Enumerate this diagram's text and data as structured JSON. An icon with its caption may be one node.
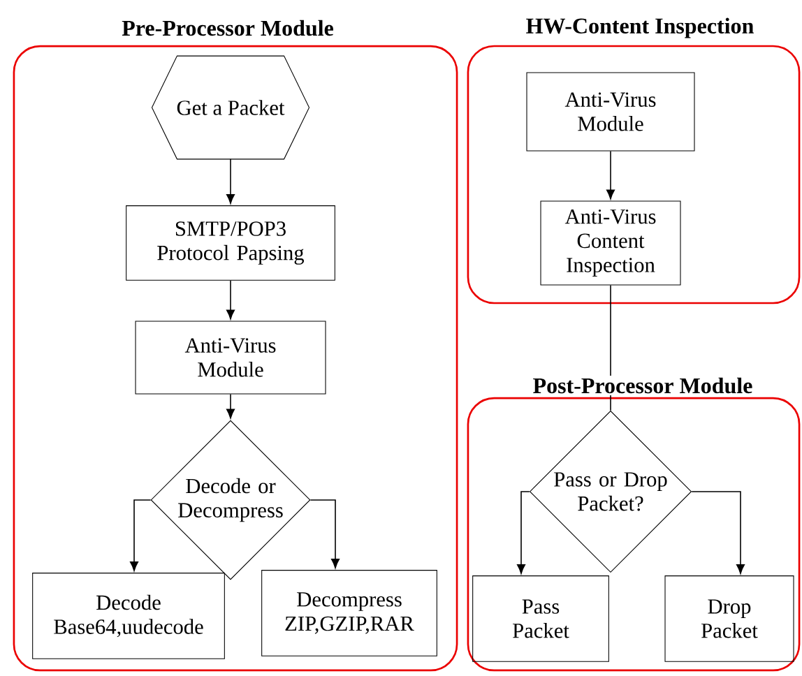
{
  "diagram": {
    "nodes": [
      {
        "text": [
          "Pre-Processor Module"
        ]
      },
      {
        "text": [
          "Get a Packet"
        ],
        "in": 0
      },
      {
        "text": [
          "SMTP/POP3 Protocol Papsing"
        ],
        "in": 0
      },
      {
        "text": [
          "Anti-Virus Module"
        ],
        "in": 0
      },
      {
        "text": [
          "Decode or Decompress"
        ],
        "in": 0
      },
      {
        "text": [
          "Decode Base64,uudecode"
        ],
        "in": 0
      },
      {
        "text": [
          "Decompress ZIP,GZIP,RAR"
        ],
        "in": 0
      },
      {
        "text": [
          "HW-Content Inspection"
        ]
      },
      {
        "text": [
          "Anti-Virus Module"
        ],
        "in": 7
      },
      {
        "text": [
          "Anti-Virus Content Inspection"
        ],
        "in": 7
      },
      {
        "text": [
          "Post-Processor Module"
        ]
      },
      {
        "text": [
          "Pass or Drop Packet?"
        ],
        "in": 10
      },
      {
        "text": [
          "Pass Packet"
        ],
        "in": 10
      },
      {
        "text": [
          "Drop Packet"
        ],
        "in": 10
      }
    ],
    "edges": [
      {
        "from": 1,
        "to": 2,
        "arrow": "to"
      },
      {
        "from": 2,
        "to": 3,
        "arrow": "to"
      },
      {
        "from": 3,
        "to": 4,
        "arrow": "to"
      },
      {
        "from": 4,
        "to": 5,
        "arrow": "to"
      },
      {
        "from": 4,
        "to": 6,
        "arrow": "to"
      },
      {
        "from": 8,
        "to": 9,
        "arrow": "to"
      },
      {
        "from": 9,
        "to": 11,
        "arrow": "none"
      },
      {
        "from": 11,
        "to": 12,
        "arrow": "to"
      },
      {
        "from": 11,
        "to": 13,
        "arrow": "to"
      }
    ]
  }
}
